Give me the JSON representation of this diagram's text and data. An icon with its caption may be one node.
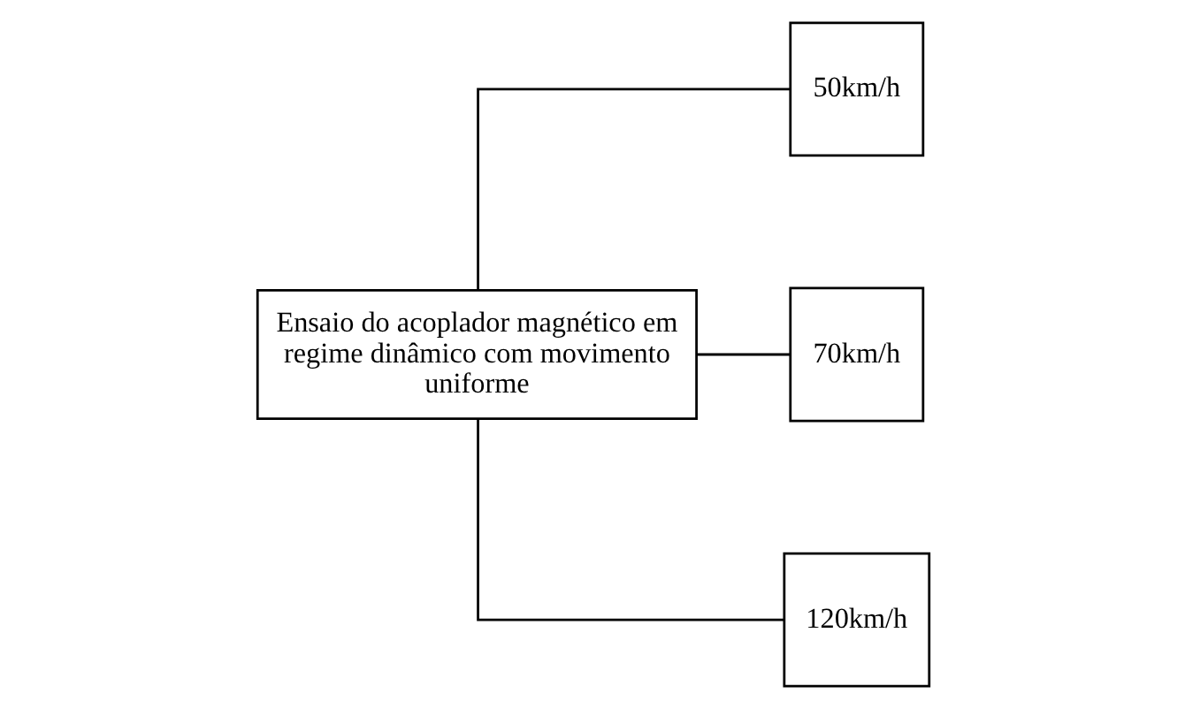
{
  "diagram": {
    "nodes": [
      {
        "text": [
          "Ensaio do acoplador magnético em regime dinâmico com movimento uniforme"
        ]
      },
      {
        "text": [
          "50km/h"
        ]
      },
      {
        "text": [
          "70km/h"
        ]
      },
      {
        "text": [
          "120km/h"
        ]
      }
    ],
    "edges": [
      {
        "from": 0,
        "to": 1,
        "arrow": "none"
      },
      {
        "from": 0,
        "to": 2,
        "arrow": "none"
      },
      {
        "from": 0,
        "to": 3,
        "arrow": "none"
      }
    ]
  }
}
